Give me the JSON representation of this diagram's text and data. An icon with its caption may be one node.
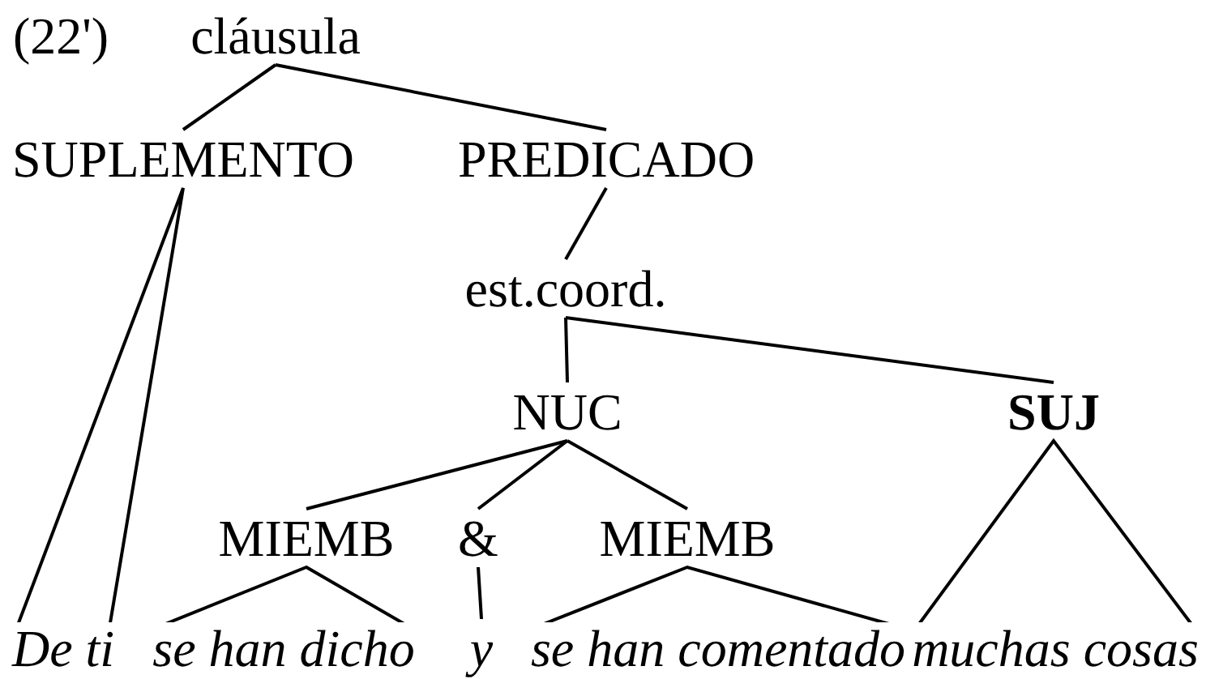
{
  "diagram": {
    "nodes": [
      {
        "text": [
          "cláusula"
        ]
      },
      {
        "text": [
          "SUPLEMENTO"
        ]
      },
      {
        "text": [
          "PREDICADO"
        ]
      },
      {
        "text": [
          "est.coord."
        ]
      },
      {
        "text": [
          "NUC"
        ]
      },
      {
        "text": [
          "SUJ"
        ]
      },
      {
        "text": [
          "MIEMB"
        ]
      },
      {
        "text": [
          "&"
        ]
      },
      {
        "text": [
          "MIEMB"
        ]
      },
      {
        "text": [
          "De ti"
        ]
      },
      {
        "text": [
          "se han dicho"
        ]
      },
      {
        "text": [
          "y"
        ]
      },
      {
        "text": [
          "se han comentado"
        ]
      },
      {
        "text": [
          "muchas cosas"
        ]
      }
    ],
    "edges": [
      {
        "from": 0,
        "to": 1,
        "arrow": "none"
      },
      {
        "from": 0,
        "to": 2,
        "arrow": "none"
      },
      {
        "from": 2,
        "to": 3,
        "arrow": "none"
      },
      {
        "from": 3,
        "to": 4,
        "arrow": "none"
      },
      {
        "from": 3,
        "to": 5,
        "arrow": "none"
      },
      {
        "from": 4,
        "to": 6,
        "arrow": "none"
      },
      {
        "from": 4,
        "to": 7,
        "arrow": "none"
      },
      {
        "from": 4,
        "to": 8,
        "arrow": "none"
      },
      {
        "from": 1,
        "to": 9,
        "arrow": "none"
      },
      {
        "from": 6,
        "to": 10,
        "arrow": "none"
      },
      {
        "from": 7,
        "to": 11,
        "arrow": "none"
      },
      {
        "from": 8,
        "to": 12,
        "arrow": "none"
      },
      {
        "from": 5,
        "to": 13,
        "arrow": "none"
      }
    ],
    "labels": [
      "(22')"
    ]
  }
}
